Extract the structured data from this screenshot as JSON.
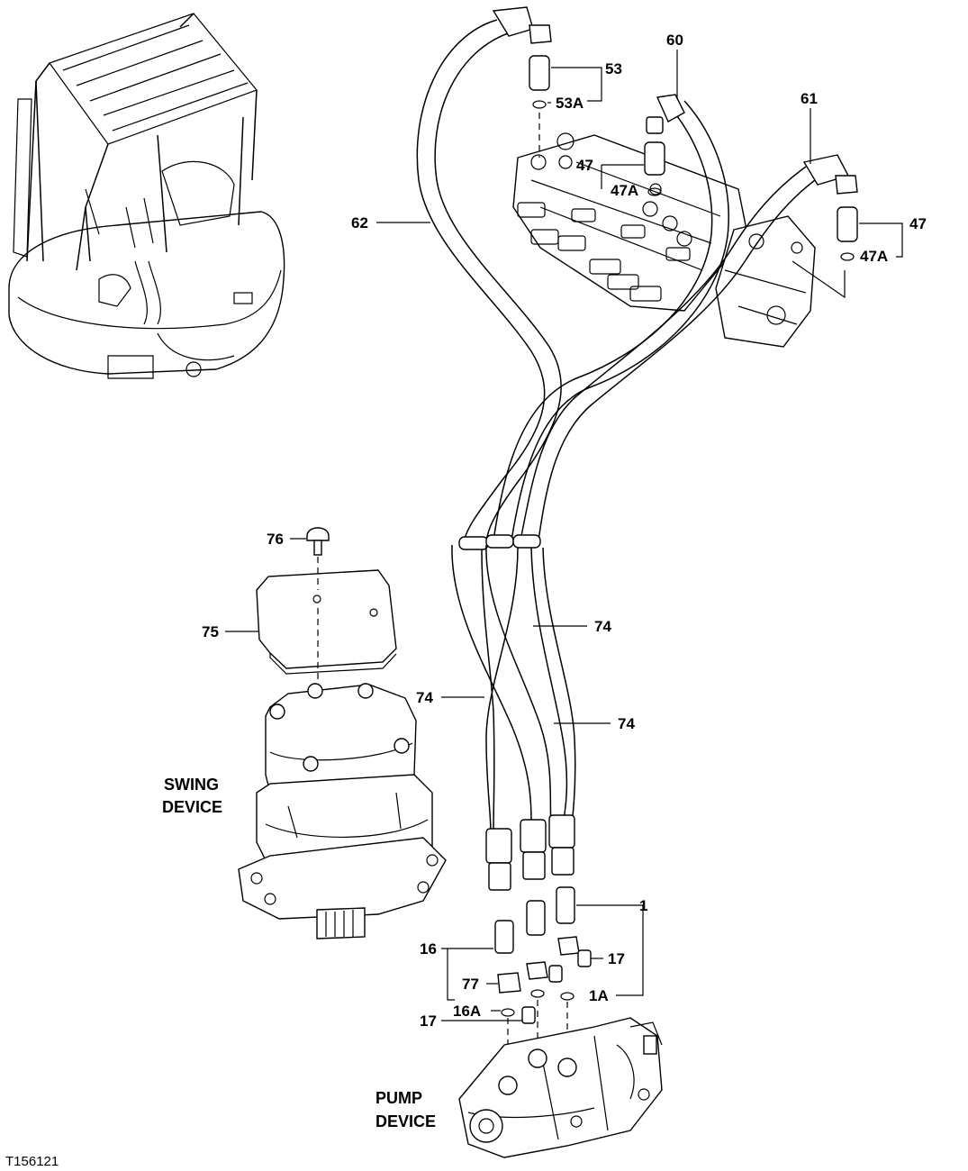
{
  "figure_id": "T156121",
  "labels": {
    "swing_device_line1": "SWING",
    "swing_device_line2": "DEVICE",
    "pump_device_line1": "PUMP",
    "pump_device_line2": "DEVICE"
  },
  "callouts": {
    "c53": "53",
    "c53a": "53A",
    "c60": "60",
    "c61": "61",
    "c47_top": "47",
    "c47a_top": "47A",
    "c47_right": "47",
    "c47a_right": "47A",
    "c62": "62",
    "c76": "76",
    "c75": "75",
    "c74_right": "74",
    "c74_left": "74",
    "c74_lower": "74",
    "c1": "1",
    "c16": "16",
    "c17_right": "17",
    "c77": "77",
    "c1a": "1A",
    "c16a": "16A",
    "c17_left": "17"
  }
}
